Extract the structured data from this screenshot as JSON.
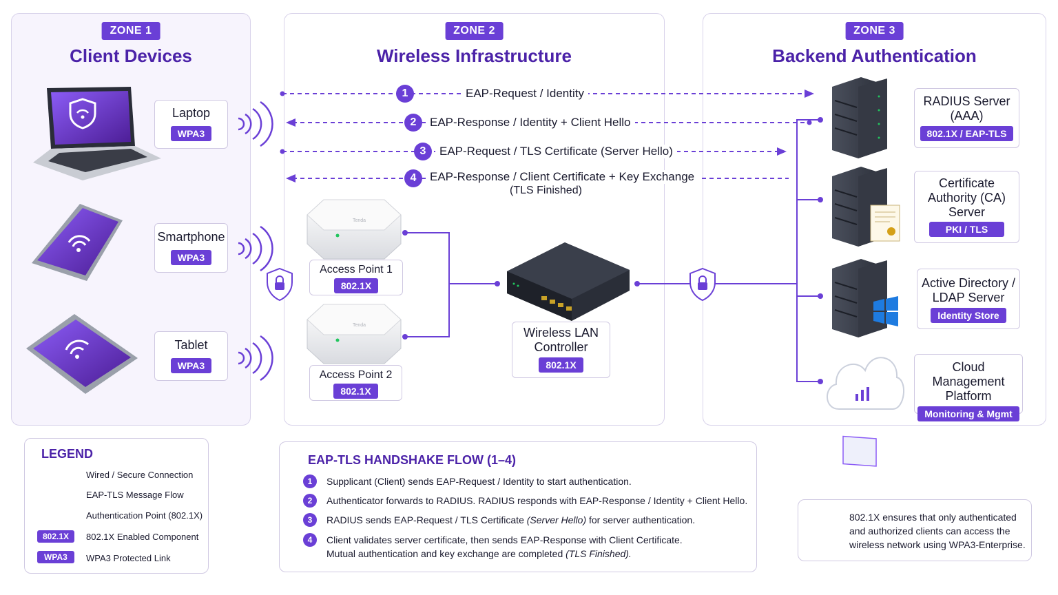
{
  "zones": [
    {
      "tag": "ZONE 1",
      "title": "Client Devices"
    },
    {
      "tag": "ZONE 2",
      "title": "Wireless Infrastructure"
    },
    {
      "tag": "ZONE 3",
      "title": "Backend Authentication"
    }
  ],
  "clients": [
    {
      "name": "Laptop",
      "badge": "WPA3"
    },
    {
      "name": "Smartphone",
      "badge": "WPA3"
    },
    {
      "name": "Tablet",
      "badge": "WPA3"
    }
  ],
  "infrastructure": {
    "ap1": {
      "name": "Access Point 1",
      "badge": "802.1X"
    },
    "ap2": {
      "name": "Access Point 2",
      "badge": "802.1X"
    },
    "wlc": {
      "name_line1": "Wireless LAN",
      "name_line2": "Controller",
      "badge": "802.1X"
    },
    "device_brand": "Tenda"
  },
  "messages": [
    {
      "num": "1",
      "bold": "EAP-Request",
      "rest": " / Identity"
    },
    {
      "num": "2",
      "bold": "EAP-Response",
      "rest": " / Identity + Client Hello"
    },
    {
      "num": "3",
      "bold": "EAP-Request",
      "rest": " / TLS Certificate (Server Hello)"
    },
    {
      "num": "4",
      "bold": "EAP-Response",
      "rest": " / Client Certificate + Key Exchange",
      "line2": "(TLS Finished)"
    }
  ],
  "backend": [
    {
      "line1": "RADIUS Server",
      "line2": "(AAA)",
      "line3": "",
      "badge": "802.1X / EAP-TLS"
    },
    {
      "line1": "Certificate",
      "line2": "Authority (CA)",
      "line3": "Server",
      "badge": "PKI / TLS"
    },
    {
      "line1": "Active Directory /",
      "line2": "LDAP Server",
      "line3": "",
      "badge": "Identity Store"
    },
    {
      "line1": "Cloud Management",
      "line2": "Platform",
      "line3": "",
      "badge": "Monitoring & Mgmt"
    }
  ],
  "legend": {
    "title": "LEGEND",
    "items": [
      {
        "text": "Wired / Secure Connection"
      },
      {
        "text": "EAP-TLS Message Flow"
      },
      {
        "text": "Authentication Point (802.1X)"
      },
      {
        "badge": "802.1X",
        "text": "802.1X Enabled Component"
      },
      {
        "badge": "WPA3",
        "text": "WPA3 Protected Link"
      }
    ]
  },
  "flow": {
    "title": "EAP-TLS HANDSHAKE FLOW (1–4)",
    "steps": [
      {
        "num": "1",
        "text": "Supplicant (Client) sends EAP-Request / Identity to start authentication."
      },
      {
        "num": "2",
        "text": "Authenticator forwards to RADIUS. RADIUS responds with EAP-Response / Identity + Client Hello."
      },
      {
        "num": "3",
        "text_a": "RADIUS sends EAP-Request / TLS Certificate ",
        "text_i": "(Server Hello)",
        "text_b": " for server authentication."
      },
      {
        "num": "4",
        "text": "Client validates server certificate, then sends EAP-Response with Client Certificate.",
        "line2_a": "Mutual authentication and key exchange are completed ",
        "line2_i": "(TLS Finished)."
      }
    ]
  },
  "note": {
    "line1": "802.1X ensures that only authenticated",
    "line2": "and authorized clients can access the",
    "line3": "wireless network using WPA3-Enterprise."
  },
  "colors": {
    "accent": "#6a3fd6",
    "title": "#4b22a8",
    "border": "#cfc8e2"
  }
}
